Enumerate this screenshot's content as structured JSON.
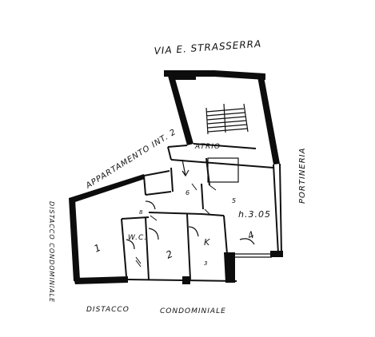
{
  "plan": {
    "street": "VIA E. STRASSERRA",
    "apartment": "APPARTAMENTO INT. 2",
    "atrio": "ATRIO",
    "portineria": "PORTINERIA",
    "distacco_left": "DISTACCO CONDOMINIALE",
    "distacco_bottom_1": "DISTACCO",
    "distacco_bottom_2": "CONDOMINIALE",
    "height_note": "h.3.05",
    "rooms": {
      "room1": "1",
      "room2": "2",
      "room3": "3",
      "wc": "W.C.",
      "kitchen": "K",
      "room4": "4",
      "room5": "5",
      "small_room": "6",
      "wc_number": "8"
    }
  }
}
